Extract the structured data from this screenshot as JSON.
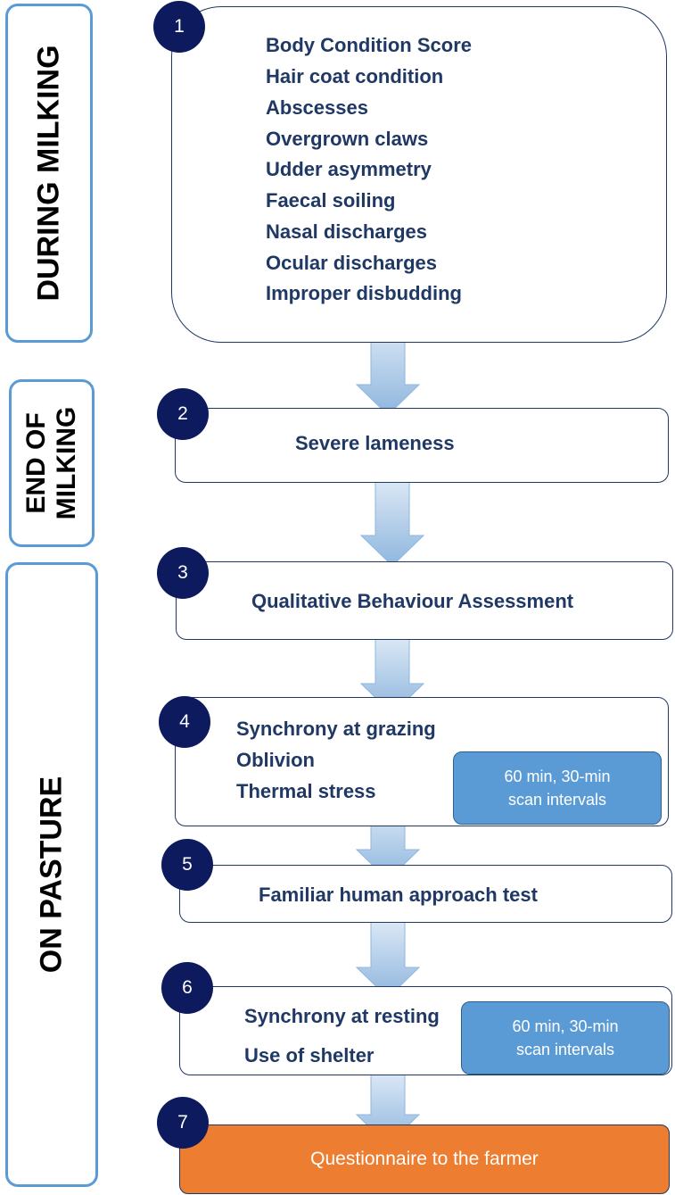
{
  "phases": [
    {
      "label": "DURING MILKING"
    },
    {
      "label_line1": "END OF",
      "label_line2": "MILKING"
    },
    {
      "label": "ON PASTURE"
    }
  ],
  "steps": [
    {
      "number": "1",
      "items": [
        "Body Condition Score",
        "Hair coat condition",
        "Abscesses",
        "Overgrown claws",
        "Udder asymmetry",
        "Faecal soiling",
        "Nasal discharges",
        "Ocular discharges",
        "Improper disbudding"
      ]
    },
    {
      "number": "2",
      "items": [
        "Severe lameness"
      ]
    },
    {
      "number": "3",
      "items": [
        "Qualitative Behaviour Assessment"
      ]
    },
    {
      "number": "4",
      "items": [
        "Synchrony at grazing",
        "Oblivion",
        "Thermal stress"
      ],
      "note_line1": "60 min, 30-min",
      "note_line2": "scan intervals"
    },
    {
      "number": "5",
      "items": [
        "Familiar human approach test"
      ]
    },
    {
      "number": "6",
      "items": [
        "Synchrony at resting",
        "Use of shelter"
      ],
      "note_line1": "60 min, 30-min",
      "note_line2": "scan intervals"
    },
    {
      "number": "7",
      "items": [
        "Questionnaire to the farmer"
      ]
    }
  ],
  "colors": {
    "phase_border": "#5b9bd5",
    "box_border": "#1f3864",
    "step_circle": "#0d1b5e",
    "arrow": "#9dc3e6",
    "note": "#5b9bd5",
    "final": "#ed7d31"
  }
}
